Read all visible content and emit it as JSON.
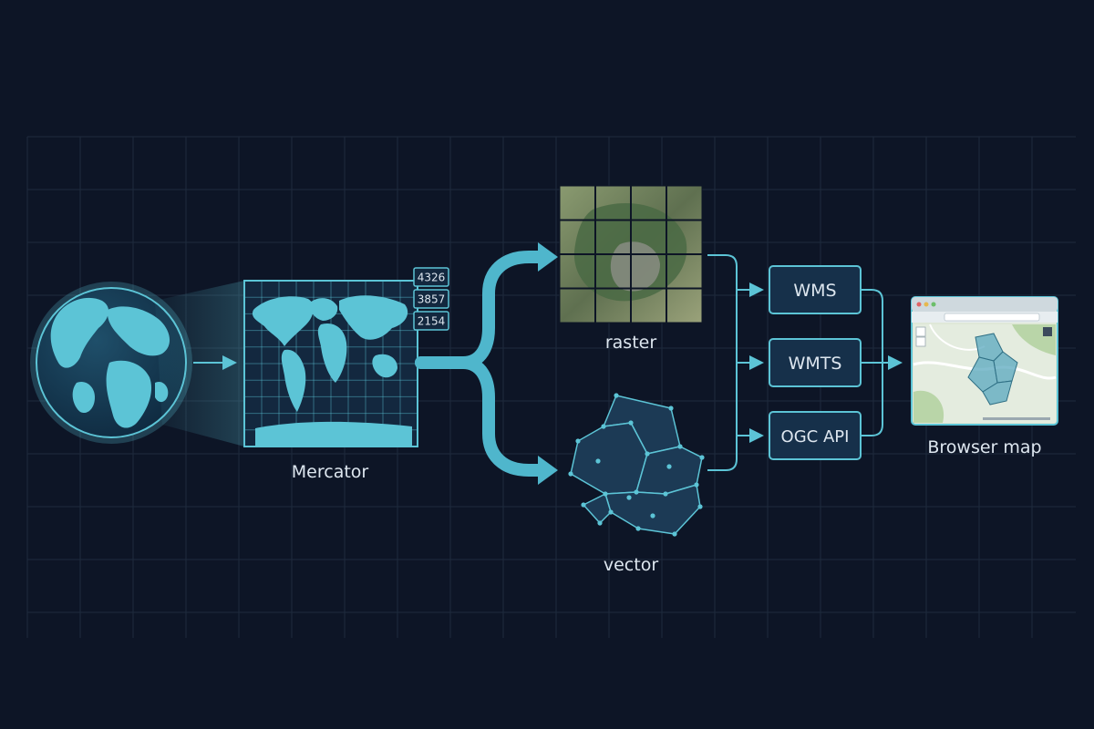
{
  "colors": {
    "background": "#0d1526",
    "grid": "#1e2a3d",
    "accent": "#5cc4d6",
    "accent_dark": "#2d8ea3",
    "panel": "#16304a",
    "label": "#dde6ef"
  },
  "projection": {
    "label": "Mercator",
    "epsg_codes": [
      "4326",
      "3857",
      "2154"
    ]
  },
  "data_types": {
    "raster_label": "raster",
    "vector_label": "vector"
  },
  "services": [
    {
      "label": "WMS"
    },
    {
      "label": "WMTS"
    },
    {
      "label": "OGC API"
    }
  ],
  "output": {
    "label": "Browser map"
  },
  "icons": {
    "globe": "globe-icon",
    "map": "world-map-icon",
    "raster": "raster-tiles-icon",
    "vector": "vector-polygons-icon",
    "browser": "browser-window-icon"
  }
}
